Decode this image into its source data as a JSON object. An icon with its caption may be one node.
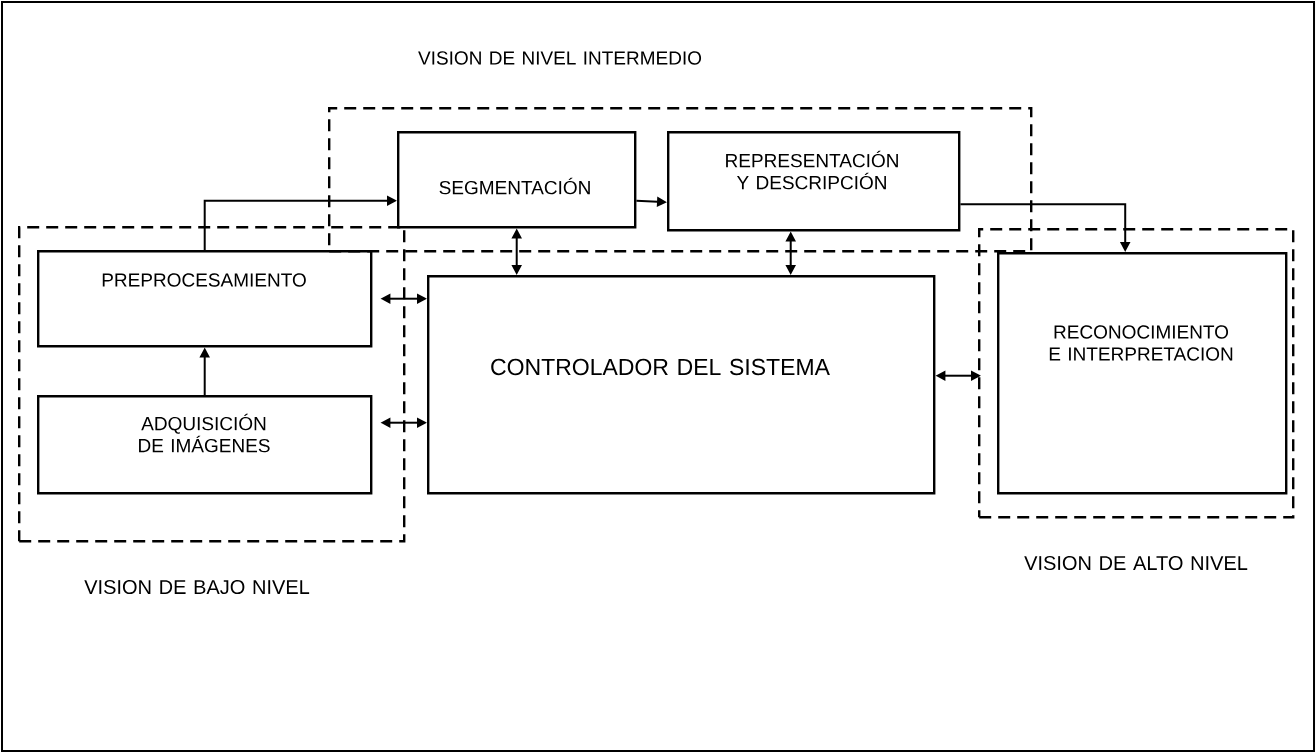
{
  "diagram": {
    "nodes": [
      {
        "text": [
          "VISION DE BAJO NIVEL"
        ]
      },
      {
        "text": [
          "PREPROCESAMIENTO"
        ],
        "in": 0
      },
      {
        "text": [
          "ADQUISICIÓN DE IMÁGENES"
        ],
        "in": 0
      },
      {
        "text": [
          "VISION DE NIVEL INTERMEDIO"
        ]
      },
      {
        "text": [
          "SEGMENTACIÓN"
        ],
        "in": 3
      },
      {
        "text": [
          "REPRESENTACIÓN Y DESCRIPCIÓN"
        ],
        "in": 3
      },
      {
        "text": [
          "CONTROLADOR DEL SISTEMA"
        ]
      },
      {
        "text": [
          "VISION DE ALTO NIVEL"
        ]
      },
      {
        "text": [
          "RECONOCIMIENTO E INTERPRETACION"
        ],
        "in": 7
      }
    ],
    "edges": [
      {
        "from": 2,
        "to": 1,
        "arrow": "to"
      },
      {
        "from": 1,
        "to": 4,
        "arrow": "to"
      },
      {
        "from": 4,
        "to": 5,
        "arrow": "to"
      },
      {
        "from": 5,
        "to": 8,
        "arrow": "to"
      },
      {
        "from": 4,
        "to": 6,
        "arrow": "both"
      },
      {
        "from": 5,
        "to": 6,
        "arrow": "both"
      },
      {
        "from": 1,
        "to": 6,
        "arrow": "both"
      },
      {
        "from": 2,
        "to": 6,
        "arrow": "both"
      },
      {
        "from": 6,
        "to": 8,
        "arrow": "both"
      }
    ]
  }
}
